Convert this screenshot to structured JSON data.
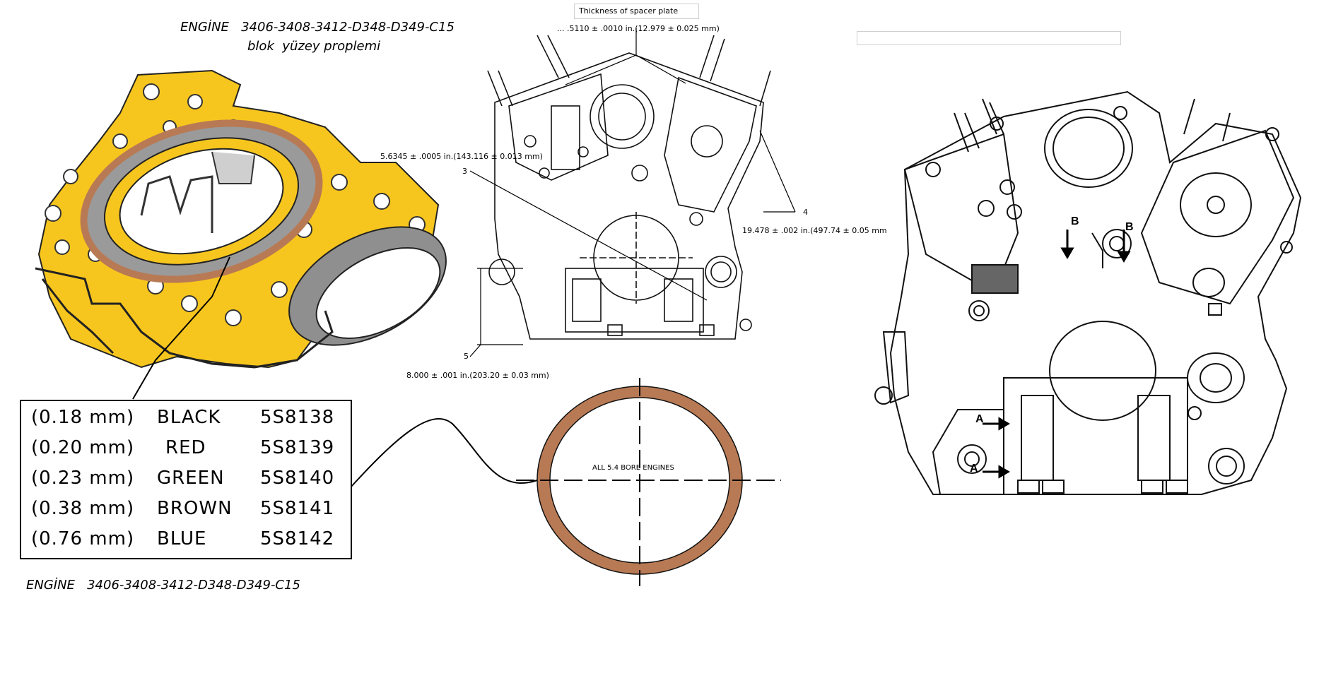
{
  "header": {
    "engine_line": "ENGİNE   3406-3408-3412-D348-D349-C15",
    "subtitle": "blok  yüzey proplemi"
  },
  "footer": {
    "engine_line": "ENGİNE   3406-3408-3412-D348-D349-C15"
  },
  "spacer_plate": {
    "title": "Thickness of spacer plate",
    "value": "... .5110 ± .0010 in.(12.979 ± 0.025 mm)"
  },
  "callouts": {
    "c3_label": "3",
    "c3_text": "5.6345 ± .0005 in.(143.116 ± 0.013 mm)",
    "c4_label": "4",
    "c4_text": "19.478 ± .002 in.(497.74 ± 0.05 mm",
    "c5_label": "5",
    "c5_text": "8.000 ± .001 in.(203.20 ± 0.03 mm)"
  },
  "ring_label": "ALL 5.4 BORE ENGINES",
  "markers": {
    "a": "A",
    "b": "B"
  },
  "shim_table": [
    {
      "thickness": "(0.18 mm)",
      "color": "BLACK",
      "part": "5S8138"
    },
    {
      "thickness": "(0.20 mm)",
      "color": "RED",
      "part": "5S8139"
    },
    {
      "thickness": "(0.23 mm)",
      "color": "GREEN",
      "part": "5S8140"
    },
    {
      "thickness": "(0.38 mm)",
      "color": "BROWN",
      "part": "5S8141"
    },
    {
      "thickness": "(0.76 mm)",
      "color": "BLUE",
      "part": "5S8142"
    }
  ],
  "colors": {
    "gasket_yellow": "#f7c61e",
    "ring_brown": "#b87a54",
    "bore_gray": "#8f8f8f"
  }
}
